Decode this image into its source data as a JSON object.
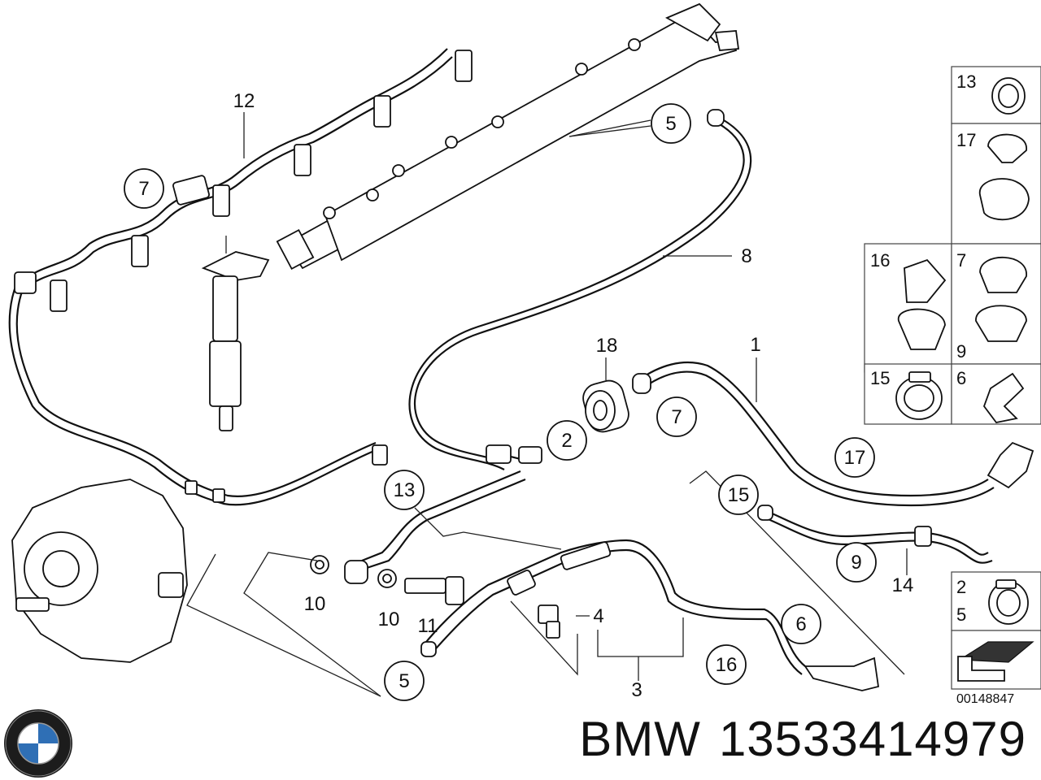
{
  "diagram": {
    "callouts": {
      "c5_top": "5",
      "c7_left": "7",
      "c2": "2",
      "c7_mid": "7",
      "c17": "17",
      "c13": "13",
      "c15": "15",
      "c9": "9",
      "c6": "6",
      "c16": "16",
      "c5_bottom": "5"
    },
    "labels": {
      "l12": "12",
      "l8": "8",
      "l18": "18",
      "l1": "1",
      "l10a": "10",
      "l10b": "10",
      "l11": "11",
      "l4": "4",
      "l3": "3",
      "l14": "14"
    },
    "legend": {
      "r1": "13",
      "r2": "17",
      "r3a": "16",
      "r3b": "7",
      "r3c": "9",
      "r4a": "15",
      "r4b": "6",
      "r5a": "2",
      "r5b": "5"
    },
    "diagram_code": "00148847"
  },
  "footer": {
    "brand": "BMW",
    "part_number": "13533414979"
  },
  "colors": {
    "line": "#111111",
    "background": "#ffffff"
  },
  "icons": {
    "logo": "bmw-logo-icon",
    "arrow": "arrow-symbol-icon"
  }
}
